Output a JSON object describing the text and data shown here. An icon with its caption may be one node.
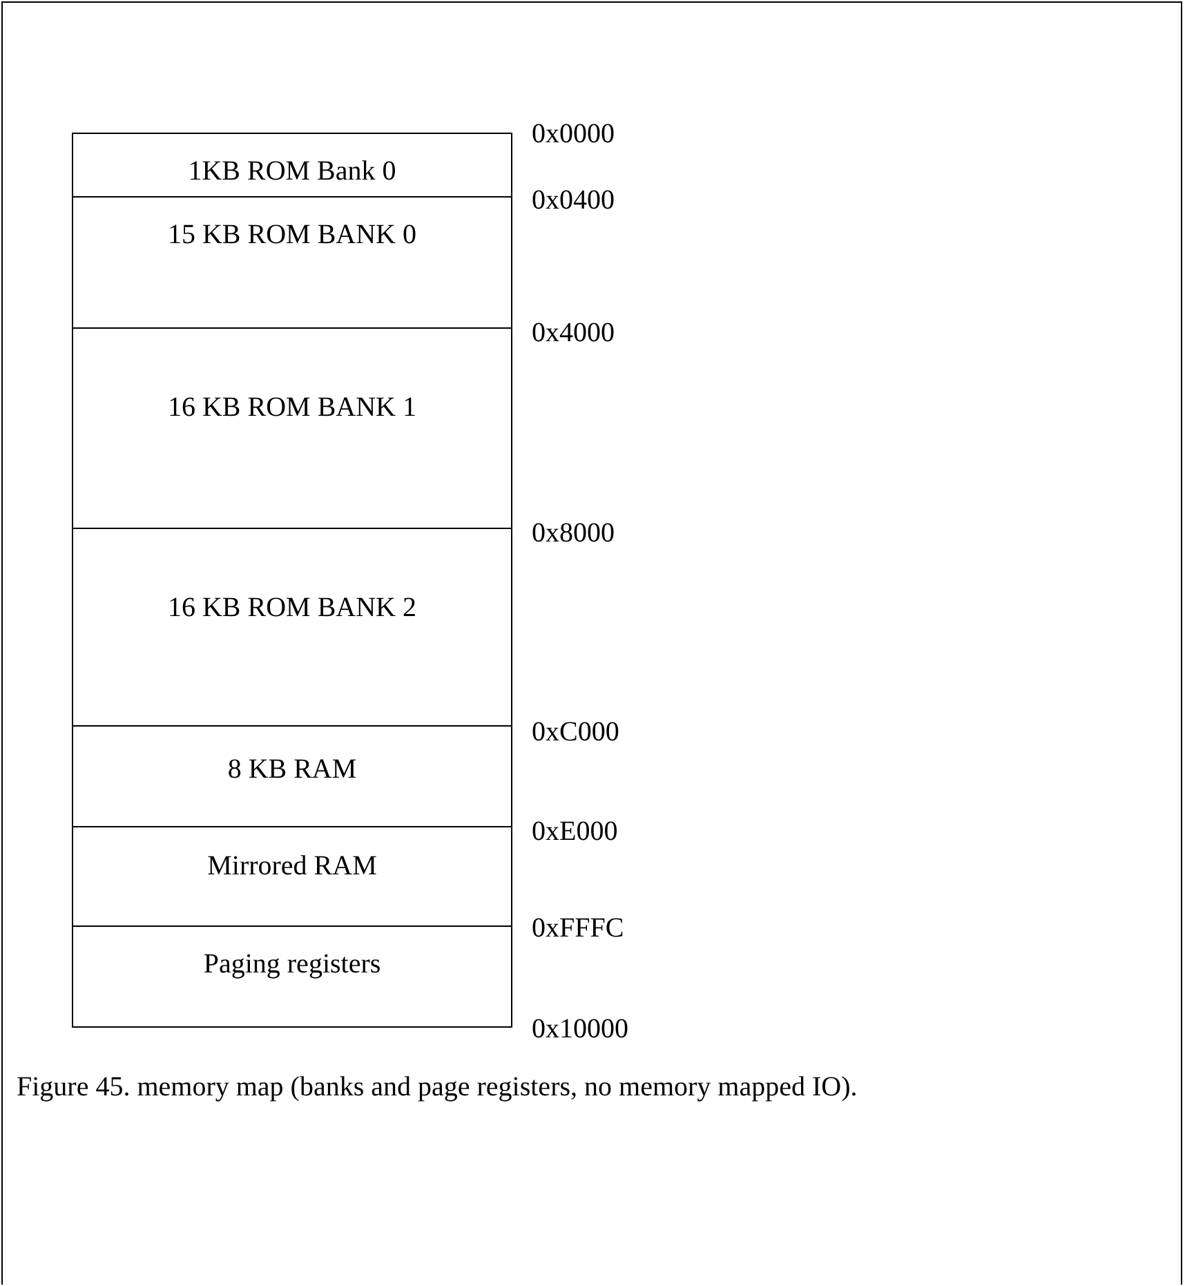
{
  "diagram": {
    "caption": "Figure 45. memory map (banks and page registers, no memory mapped IO).",
    "nodes": [
      {
        "text": [
          "1KB ROM Bank 0"
        ]
      },
      {
        "text": [
          "15 KB ROM BANK 0"
        ]
      },
      {
        "text": [
          "16 KB ROM BANK 1"
        ]
      },
      {
        "text": [
          "16 KB ROM BANK 2"
        ]
      },
      {
        "text": [
          "8 KB RAM"
        ]
      },
      {
        "text": [
          "Mirrored RAM"
        ]
      },
      {
        "text": [
          "Paging registers"
        ]
      }
    ],
    "labels": [
      "0x0000",
      "0x0400",
      "0x4000",
      "0x8000",
      "0xC000",
      "0xE000",
      "0xFFFC",
      "0x10000"
    ]
  }
}
